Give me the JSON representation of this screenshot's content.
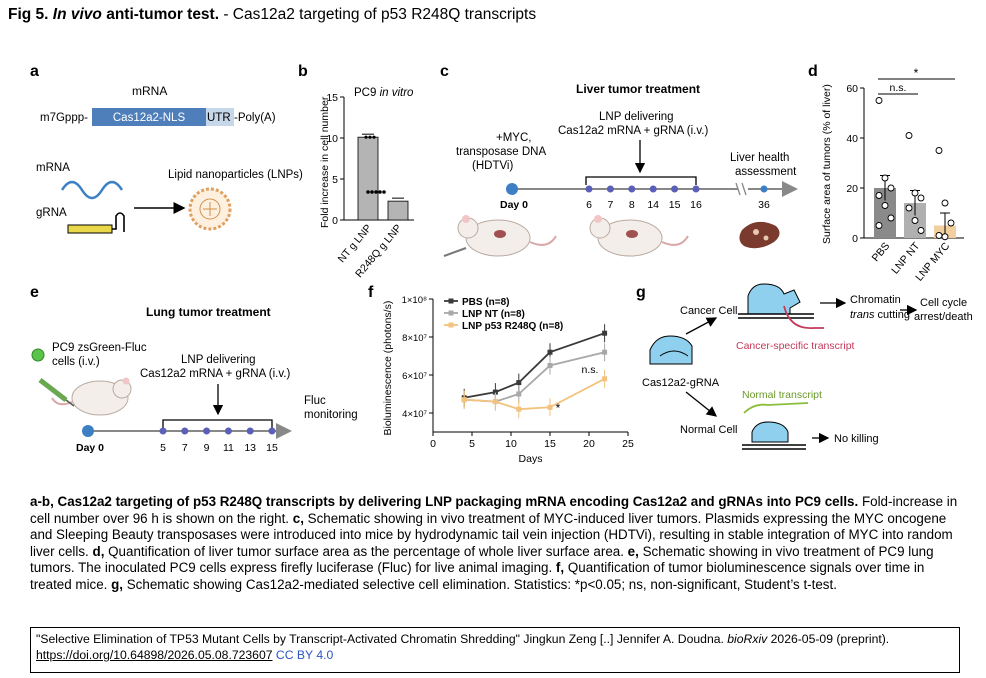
{
  "header": {
    "fig_number": "Fig 5.",
    "fig_italic": "In vivo",
    "fig_bold_rest": "anti-tumor test.",
    "fig_rest": "- Cas12a2 targeting of p53 R248Q transcripts"
  },
  "panels": {
    "a": {
      "letter": "a",
      "mrna_title": "mRNA",
      "cap": "m7Gppp-",
      "cds": "Cas12a2-NLS",
      "utr": "UTR",
      "polya": "-Poly(A)",
      "mrna_label": "mRNA",
      "grna_label": "gRNA",
      "lnp_label": "Lipid nanoparticles (LNPs)"
    },
    "b": {
      "letter": "b",
      "title_plain": "PC9 ",
      "title_italic": "in vitro",
      "ylabel": "Fold increase in cell number",
      "yticks": [
        "0",
        "5",
        "10",
        "15"
      ]
    },
    "c": {
      "letter": "c",
      "title": "Liver tumor treatment",
      "lnp_line1": "LNP delivering",
      "lnp_line2": "Cas12a2 mRNA + gRNA (i.v.)",
      "myc_line1": "+MYC,",
      "myc_line2": "transposase DNA",
      "myc_line3": "(HDTVi)",
      "health_line1": "Liver health",
      "health_line2": "assessment",
      "day0": "Day 0",
      "days": [
        "6",
        "7",
        "8",
        "14",
        "15",
        "16"
      ],
      "end_day": "36"
    },
    "d": {
      "letter": "d",
      "ylabel": "Surface area of tumors (% of liver)",
      "yticks": [
        "0",
        "20",
        "40",
        "60"
      ],
      "ns": "n.s.",
      "star": "*"
    },
    "e": {
      "letter": "e",
      "title": "Lung tumor treatment",
      "pc9_line1": "PC9 zsGreen-Fluc",
      "pc9_line2": "cells (i.v.)",
      "lnp_line1": "LNP delivering",
      "lnp_line2": "Cas12a2 mRNA + gRNA (i.v.)",
      "fluc_line1": "Fluc",
      "fluc_line2": "monitoring",
      "day0": "Day 0",
      "days": [
        "5",
        "7",
        "9",
        "11",
        "13",
        "15"
      ]
    },
    "f": {
      "letter": "f",
      "ns": "n.s.",
      "star": "*"
    },
    "g": {
      "letter": "g",
      "cancer_cell": "Cancer Cell",
      "normal_cell": "Normal Cell",
      "cas_grna": "Cas12a2-gRNA",
      "chromatin": "Chromatin",
      "trans_italic": "trans",
      "cutting": " cutting",
      "arrest_line1": "Cell cycle",
      "arrest_line2": "arrest/death",
      "cancer_transcript": "Cancer-specific transcript",
      "normal_transcript": "Normal transcript",
      "no_killing": "No killing"
    }
  },
  "chart_data": [
    {
      "panel": "b",
      "type": "bar",
      "categories": [
        "NT g LNP",
        "R248Q g LNP"
      ],
      "values": [
        10.1,
        2.3
      ],
      "ylim": [
        0,
        15
      ],
      "colors": [
        "#b4b4b4",
        "#b4b4b4"
      ]
    },
    {
      "panel": "d",
      "type": "bar",
      "categories": [
        "PBS",
        "LNP NT",
        "LNP MYC"
      ],
      "values": [
        20,
        14,
        5
      ],
      "ylim": [
        0,
        60
      ],
      "colors": [
        "#8a8a8a",
        "#b0b0b0",
        "#f2cfa0"
      ]
    },
    {
      "panel": "f",
      "type": "line",
      "xlabel": "Days",
      "ylabel": "Bioluminescence (photons/s)",
      "xlim": [
        0,
        25
      ],
      "xticks": [
        "0",
        "5",
        "10",
        "15",
        "20",
        "25"
      ],
      "ylim": [
        30000000,
        100000000
      ],
      "yticks": [
        {
          "value": 40000000,
          "label": "4×10⁷"
        },
        {
          "value": 60000000,
          "label": "6×10⁷"
        },
        {
          "value": 80000000,
          "label": "8×10⁷"
        },
        {
          "value": 100000000,
          "label": "1×10⁸"
        }
      ],
      "x": [
        4,
        8,
        11,
        15,
        22
      ],
      "series": [
        {
          "name": "PBS (n=8)",
          "color": "#3a3a3a",
          "values": [
            48000000,
            51000000,
            56000000,
            72000000,
            82000000
          ]
        },
        {
          "name": "LNP NT (n=8)",
          "color": "#a8a8a8",
          "values": [
            47000000,
            46000000,
            50000000,
            65000000,
            72000000
          ]
        },
        {
          "name": "LNP p53 R248Q (n=8)",
          "color": "#f2c27e",
          "values": [
            47000000,
            46000000,
            42000000,
            43000000,
            58000000
          ]
        }
      ]
    }
  ],
  "caption": {
    "bold_part": "a-b, Cas12a2 targeting of p53 R248Q transcripts by delivering LNP packaging mRNA encoding Cas12a2 and gRNAs into PC9 cells.",
    "rest_1": " Fold-increase in cell number over 96 h is shown on the right. ",
    "c_label": "c,",
    "rest_2": " Schematic showing in vivo treatment of MYC-induced liver tumors. Plasmids expressing the MYC oncogene and Sleeping Beauty transposases were introduced into mice by hydrodynamic tail vein injection (HDTVi), resulting in stable integration of MYC into random liver cells. ",
    "d_label": "d,",
    "rest_3": " Quantification of liver tumor surface area as the percentage of whole liver surface area. ",
    "e_label": "e,",
    "rest_4": " Schematic showing in vivo treatment of PC9 lung tumors. The inoculated PC9 cells express firefly luciferase (Fluc) for live animal imaging. ",
    "f_label": "f,",
    "rest_5": " Quantification of tumor bioluminescence signals over time in treated mice. ",
    "g_label": "g,",
    "rest_6": " Schematic showing Cas12a2-mediated selective cell elimination. Statistics: *p<0.05; ns, non-significant, Student’s t-test."
  },
  "citation": {
    "title_part": "\"Selective Elimination of TP53 Mutant Cells by Transcript-Activated Chromatin Shredding\" Jingkun Zeng [..] Jennifer A. Doudna. ",
    "journal": "bioRxiv",
    "date": " 2026-05-09 (preprint).",
    "doi": "https://doi.org/10.64898/2026.05.08.723607",
    "license": "CC BY 4.0"
  }
}
